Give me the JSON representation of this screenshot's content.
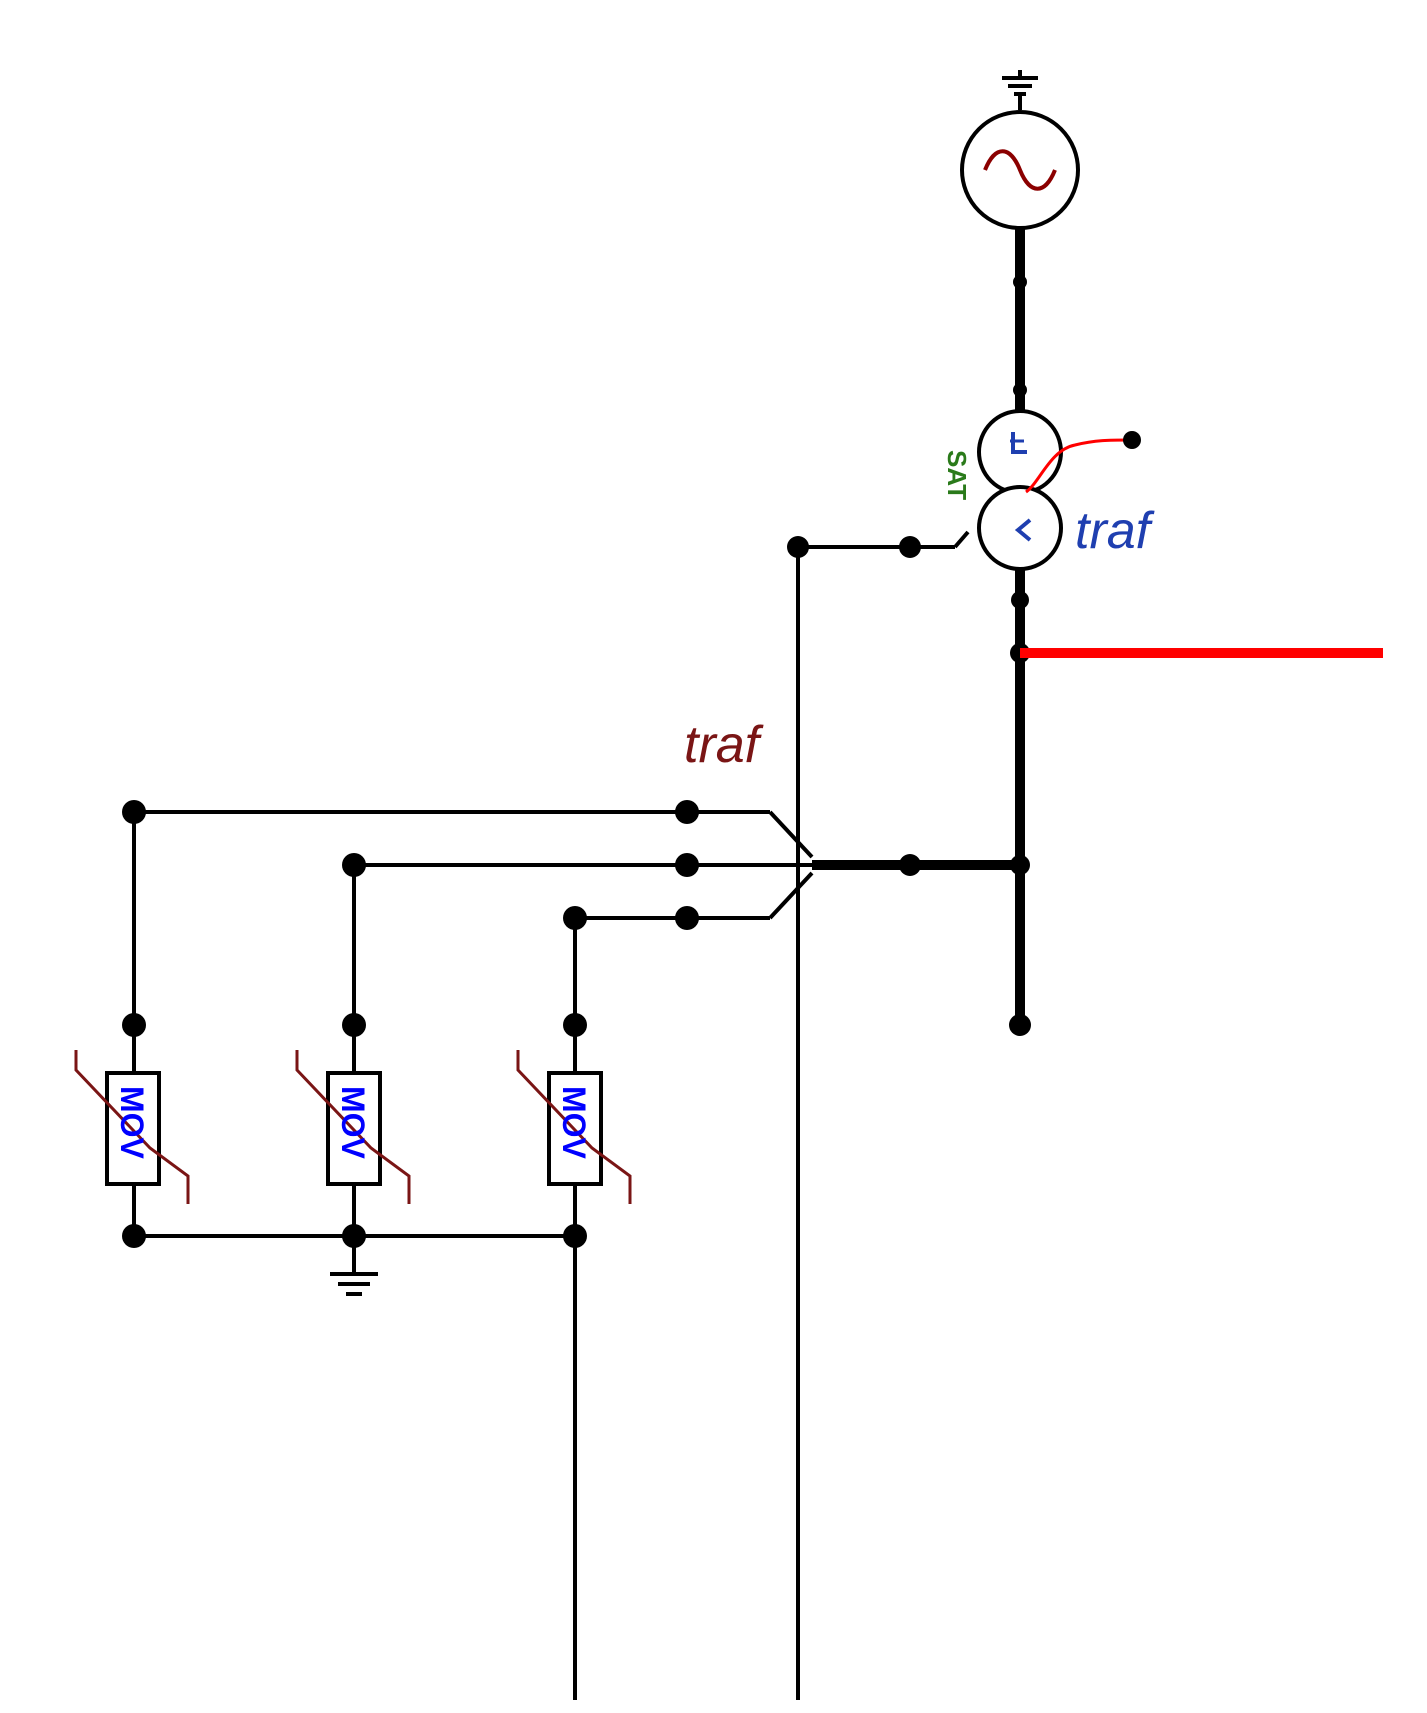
{
  "diagram": {
    "labels": {
      "traf_right": "traf",
      "traf_left": "traf",
      "sat": "SAT"
    },
    "mov_label": "MOV",
    "colors": {
      "wire": "#000000",
      "red_line": "#ff0000",
      "label_blue": "#1f3fb0",
      "label_maroon": "#7a1515",
      "sat_green": "#2a7a1a",
      "mov_text": "#0000ff",
      "source_wave": "#8b0000"
    },
    "icons": [
      "ground-icon",
      "ac-source-icon",
      "transformer-icon",
      "mov-arrester-icon"
    ]
  }
}
